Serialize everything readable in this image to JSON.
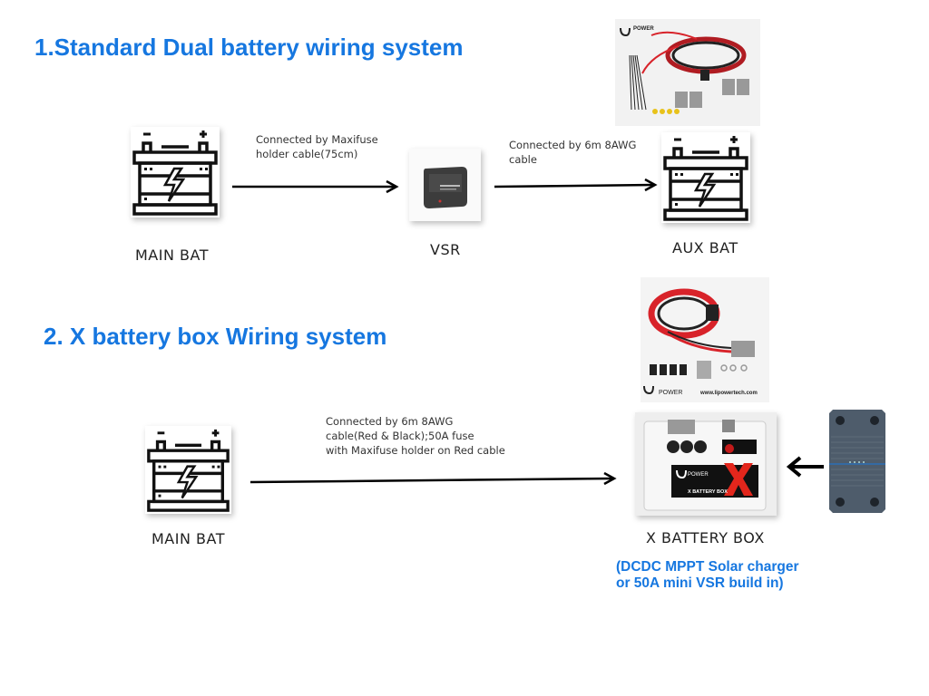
{
  "section1": {
    "title": "1.Standard Dual battery wiring system",
    "main_bat_label": "MAIN BAT",
    "vsr_label": "VSR",
    "aux_bat_label": "AUX BAT",
    "connection1_note": "Connected by Maxifuse\nholder cable(75cm)",
    "connection2_note": "Connected by 6m 8AWG\ncable",
    "kit_brand": "POWER"
  },
  "section2": {
    "title": "2. X battery box Wiring system",
    "main_bat_label": "MAIN BAT",
    "x_box_label": "X BATTERY BOX",
    "x_box_note": "(DCDC MPPT Solar charger\nor 50A mini VSR build in)",
    "connection_note": "Connected by 6m 8AWG\ncable(Red & Black);50A fuse\nwith Maxifuse holder on Red cable",
    "kit_brand": "POWER",
    "kit_url": "www.lipowertech.com",
    "box_brand": "POWER",
    "box_print": "X BATTERY BOX"
  },
  "colors": {
    "title_blue": "#1677e0",
    "cable_red": "#d8232a",
    "brand_x_red": "#e3261c"
  }
}
